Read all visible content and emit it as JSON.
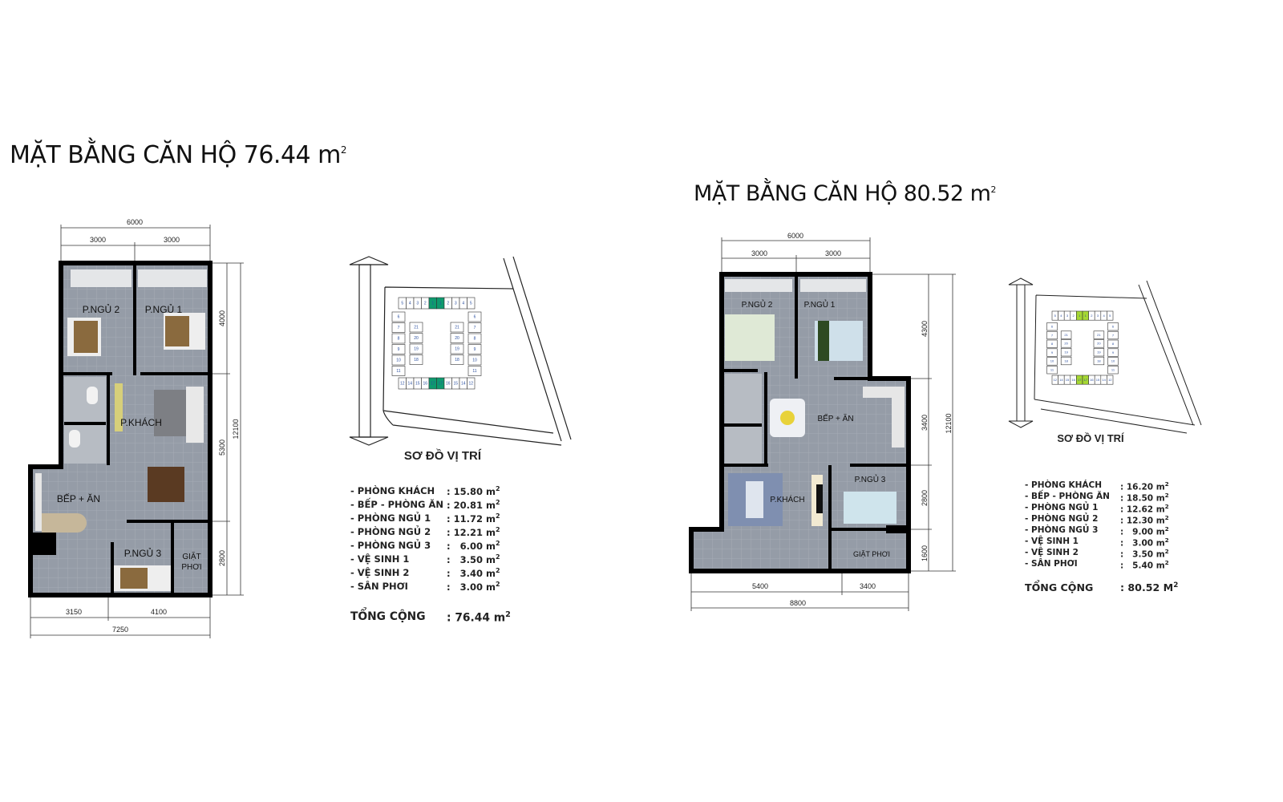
{
  "plan_a": {
    "title": "MẶT BẰNG CĂN HỘ 76.44 m",
    "title_sup": "2",
    "dims": {
      "top_total": "6000",
      "top_left": "3000",
      "top_right": "3000",
      "right_1": "4000",
      "right_2": "5300",
      "right_3": "2800",
      "right_total": "12100",
      "bottom_left": "3150",
      "bottom_right": "4100",
      "bottom_total": "7250"
    },
    "rooms": {
      "bed2": "P.NGỦ 2",
      "bed1": "P.NGỦ 1",
      "living": "P.KHÁCH",
      "kitchen": "BẾP + ĂN",
      "bed3": "P.NGỦ 3",
      "laundry_1": "GIẶT",
      "laundry_2": "PHƠI"
    },
    "site_map_label": "SƠ ĐỒ VỊ TRÍ",
    "areas": [
      {
        "label": "- PHÒNG KHÁCH",
        "value": ": 15.80 m"
      },
      {
        "label": "- BẾP - PHÒNG ĂN",
        "value": ": 20.81 m"
      },
      {
        "label": "- PHÒNG NGỦ 1",
        "value": ": 11.72 m"
      },
      {
        "label": "- PHÒNG NGỦ 2",
        "value": ": 12.21 m"
      },
      {
        "label": "- PHÒNG NGỦ 3",
        "value": ":   6.00 m"
      },
      {
        "label": "- VỆ SINH 1",
        "value": ":   3.50 m"
      },
      {
        "label": "- VỆ SINH 2",
        "value": ":   3.40 m"
      },
      {
        "label": "- SÂN PHƠI",
        "value": ":   3.00 m"
      }
    ],
    "total": {
      "label": "TỔNG CỘNG",
      "value": ": 76.44 m"
    },
    "unit_sup": "2",
    "highlight_color": "#0e9a6e"
  },
  "plan_b": {
    "title": "MẶT BẰNG CĂN HỘ 80.52 m",
    "title_sup": "2",
    "dims": {
      "top_total": "6000",
      "top_left": "3000",
      "top_right": "3000",
      "right_1": "4300",
      "right_2": "3400",
      "right_3": "2800",
      "right_4": "1600",
      "right_total": "12100",
      "bottom_left": "5400",
      "bottom_right": "3400",
      "bottom_total": "8800"
    },
    "rooms": {
      "bed2": "P.NGỦ 2",
      "bed1": "P.NGỦ 1",
      "kitchen": "BẾP + ĂN",
      "bed3": "P.NGỦ 3",
      "living": "P.KHÁCH",
      "laundry": "GIẶT PHƠI"
    },
    "site_map_label": "SƠ ĐỒ VỊ TRÍ",
    "areas": [
      {
        "label": "- PHÒNG KHÁCH",
        "value": ": 16.20 m"
      },
      {
        "label": "- BẾP - PHÒNG ĂN",
        "value": ": 18.50 m"
      },
      {
        "label": "- PHÒNG NGỦ 1",
        "value": ": 12.62 m"
      },
      {
        "label": "- PHÒNG NGỦ 2",
        "value": ": 12.30 m"
      },
      {
        "label": "- PHÒNG NGỦ 3",
        "value": ":   9.00 m"
      },
      {
        "label": "- VỆ SINH 1",
        "value": ":   3.00 m"
      },
      {
        "label": "- VỆ SINH 2",
        "value": ":   3.50 m"
      },
      {
        "label": "- SÂN PHƠI",
        "value": ":   5.40 m"
      }
    ],
    "total": {
      "label": "TỔNG CỘNG",
      "value": ": 80.52 M"
    },
    "unit_sup": "2",
    "highlight_color": "#a6d832"
  },
  "site_units": {
    "top": [
      "5",
      "4",
      "3",
      "2",
      "1",
      "1",
      "2",
      "3",
      "4",
      "5"
    ],
    "side": [
      "6",
      "7",
      "8",
      "9",
      "10",
      "11"
    ],
    "inner": [
      "21",
      "20",
      "19",
      "18"
    ],
    "bottom": [
      "12",
      "14",
      "15",
      "16",
      "17",
      "17",
      "16",
      "15",
      "14",
      "12"
    ]
  }
}
